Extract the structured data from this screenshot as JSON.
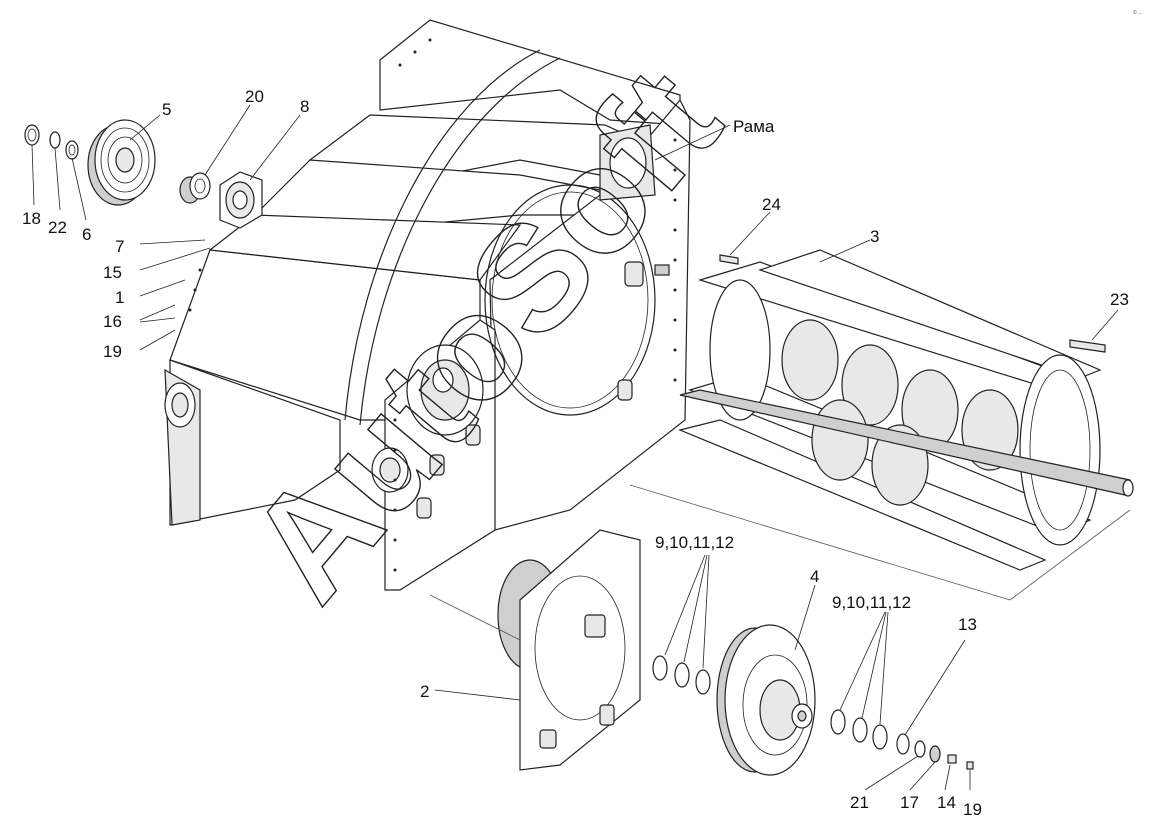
{
  "diagram": {
    "watermark": "AutoSoft",
    "corner_mark": "© ...",
    "frame_label": "Рама",
    "labels": {
      "l18": "18",
      "l22": "22",
      "l6": "6",
      "l5": "5",
      "l20": "20",
      "l8": "8",
      "l7": "7",
      "l15": "15",
      "l1": "1",
      "l16": "16",
      "l19a": "19",
      "l24": "24",
      "l3": "3",
      "l23": "23",
      "l9a": "9,10,11,12",
      "l4": "4",
      "l9b": "9,10,11,12",
      "l13": "13",
      "l2": "2",
      "l21": "21",
      "l17": "17",
      "l14": "14",
      "l19b": "19"
    }
  }
}
